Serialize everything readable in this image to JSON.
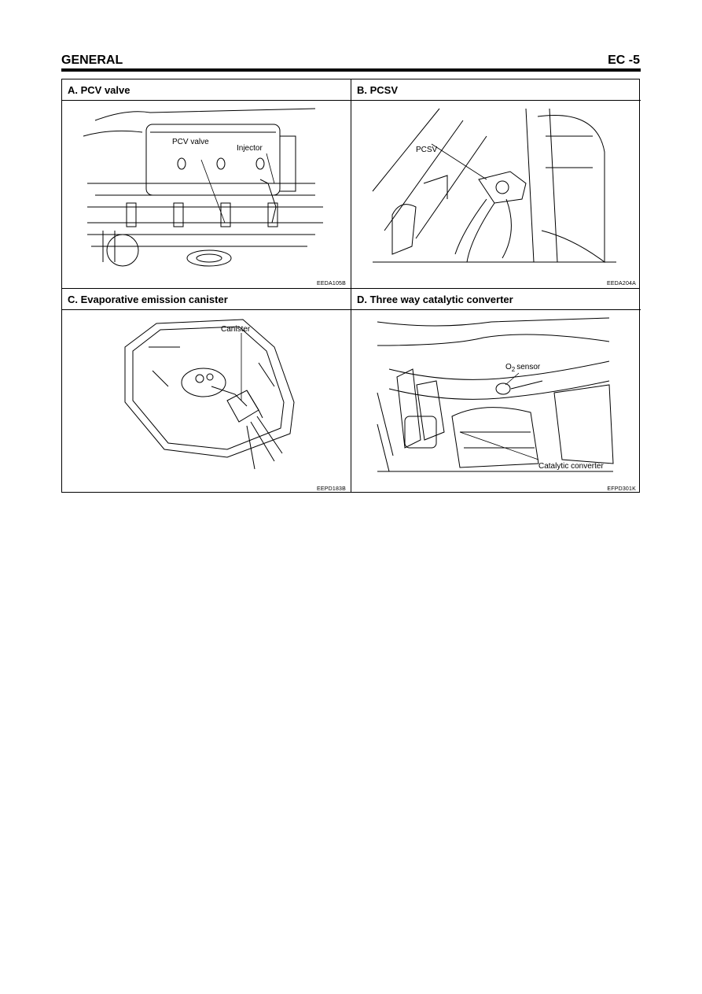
{
  "header": {
    "section": "GENERAL",
    "page": "EC -5"
  },
  "panels": [
    {
      "title": "A. PCV valve",
      "labels": [
        "PCV valve",
        "Injector"
      ],
      "code": "EEDA105B"
    },
    {
      "title": "B. PCSV",
      "labels": [
        "PCSV"
      ],
      "code": "EEDA204A"
    },
    {
      "title": "C. Evaporative emission canister",
      "labels": [
        "Canister"
      ],
      "code": "EEPD183B"
    },
    {
      "title": "D. Three way catalytic converter",
      "labels": [
        "O",
        "2",
        "sensor",
        "Catalytic converter"
      ],
      "code": "EFPD301K"
    }
  ]
}
